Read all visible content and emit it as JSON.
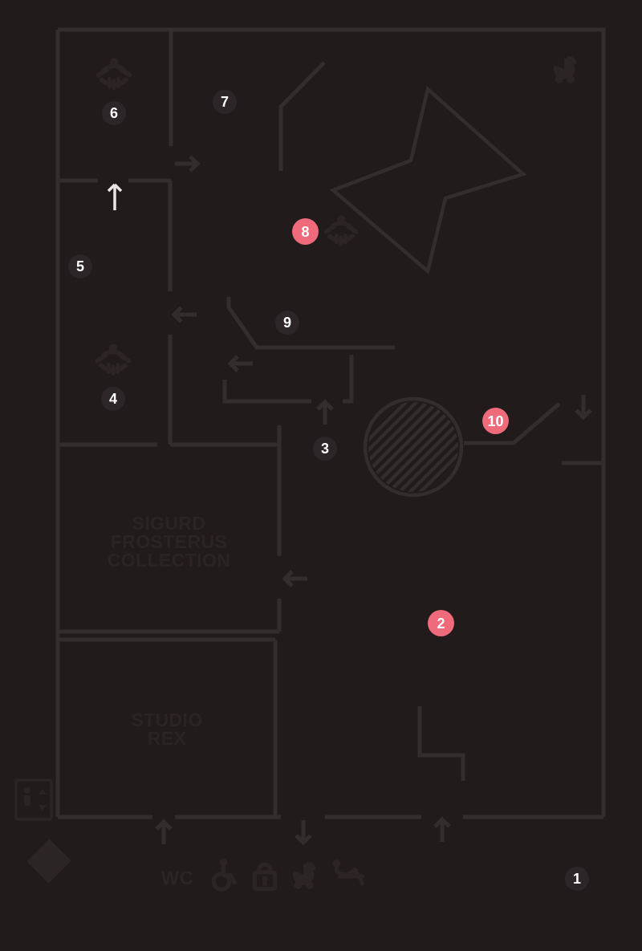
{
  "floorplan": {
    "type": "museum-floor-map",
    "rooms": {
      "sigurd_frosterus": {
        "line1": "SIGURD",
        "line2": "FROSTERUS",
        "line3": "COLLECTION"
      },
      "studio_rex": {
        "line1": "STUDIO",
        "line2": "REX"
      }
    },
    "markers": [
      {
        "number": "1",
        "style": "dark"
      },
      {
        "number": "2",
        "style": "pink"
      },
      {
        "number": "3",
        "style": "dark"
      },
      {
        "number": "4",
        "style": "dark"
      },
      {
        "number": "5",
        "style": "dark"
      },
      {
        "number": "6",
        "style": "dark"
      },
      {
        "number": "7",
        "style": "dark"
      },
      {
        "number": "8",
        "style": "pink"
      },
      {
        "number": "9",
        "style": "dark"
      },
      {
        "number": "10",
        "style": "pink"
      }
    ],
    "legend": {
      "wc_label": "WC",
      "icons": [
        "wheelchair-icon",
        "lock-icon",
        "stroller-icon",
        "baby-changing-icon"
      ]
    },
    "map_icons": [
      "group-activity-icon",
      "stroller-icon",
      "elevator-icon",
      "stairs-icon",
      "spiral-stair-area"
    ],
    "arrows": [
      "entrance-up-white",
      "right",
      "up",
      "left",
      "left",
      "up",
      "left",
      "down",
      "up",
      "down",
      "up"
    ],
    "colors": {
      "background": "#211b1b",
      "wall": "#332d2d",
      "icon": "#2c2525",
      "room_text": "#2b2424",
      "marker_dark": "#2c2628",
      "marker_pink": "#ef6b7b",
      "marker_number": "#ffffff",
      "entrance_arrow": "#e8e5e5"
    }
  }
}
